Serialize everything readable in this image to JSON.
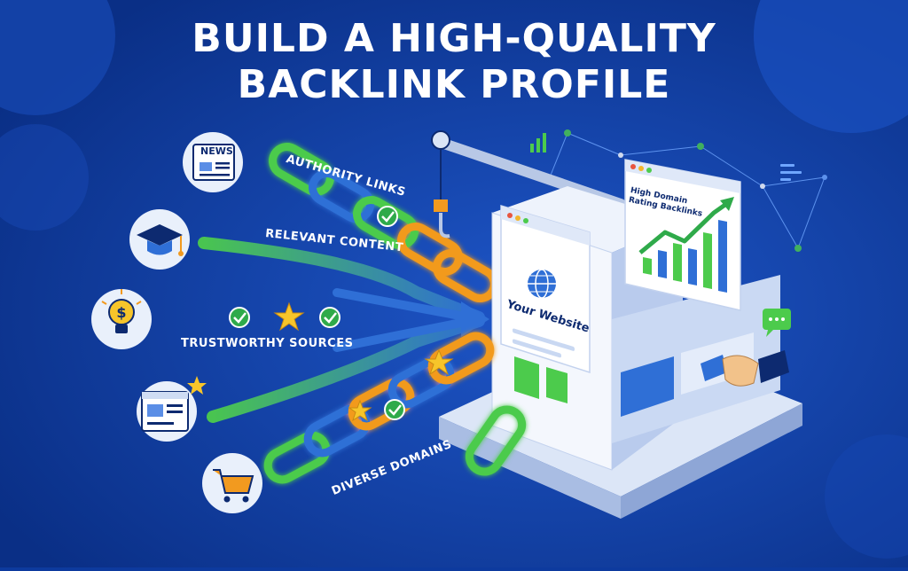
{
  "title": {
    "line1": "BUILD A HIGH-QUALITY",
    "line2": "BACKLINK PROFILE"
  },
  "labels": {
    "authority": "AUTHORITY LINKS",
    "relevant": "RELEVANT CONTENT",
    "trustworthy": "TRUSTWORTHY SOURCES",
    "diverse": "DIVERSE DOMAINS"
  },
  "website": {
    "label": "Your Website"
  },
  "chart_window": {
    "title_line1": "High Domain",
    "title_line2": "Rating Backlinks"
  },
  "icons": {
    "news_text": "NEWS",
    "names": [
      "news-icon",
      "graduation-cap-icon",
      "lightbulb-dollar-icon",
      "webpage-star-icon",
      "shopping-cart-icon",
      "globe-icon",
      "handshake-icon",
      "chat-bubble-icon",
      "crane-hook-icon",
      "chain-link-icon",
      "checkmark-icon",
      "star-icon"
    ]
  },
  "colors": {
    "background": "#0d3a9e",
    "green": "#4ccb4c",
    "orange": "#f29a1f",
    "blue_link": "#2f6fd6",
    "gold": "#f7c52a",
    "white": "#ffffff"
  }
}
